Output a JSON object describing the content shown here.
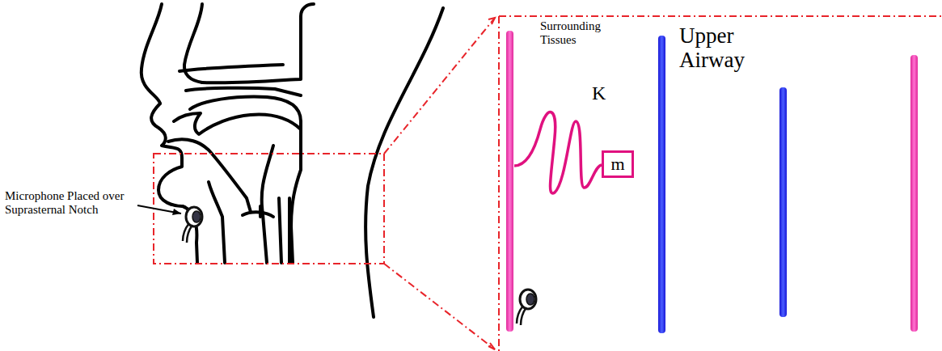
{
  "diagram": {
    "nodes": [
      {
        "text": [
          "m"
        ]
      }
    ],
    "labels": [
      "Microphone Placed over Suprasternal Notch",
      "Surrounding Tissues",
      "K",
      "Upper Airway"
    ]
  }
}
